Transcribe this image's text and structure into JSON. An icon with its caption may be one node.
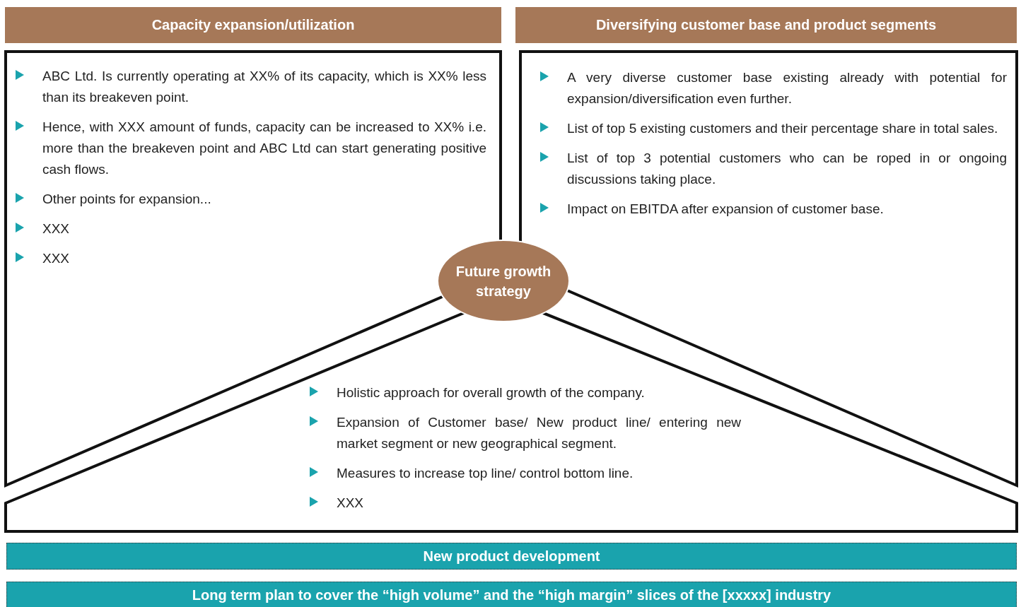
{
  "diagram": {
    "nodes": [
      {
        "text": [
          "Capacity expansion/utilization"
        ]
      },
      {
        "text": [
          "Diversifying customer base and product segments"
        ]
      },
      {
        "text": [
          "ABC Ltd. Is currently operating at XX% of its capacity, which is XX% less than its breakeven point.",
          "Hence, with XXX amount of funds, capacity can be increased to XX% i.e. more than the breakeven point and ABC Ltd can start generating positive cash flows.",
          "Other points for expansion...",
          "XXX",
          "XXX"
        ]
      },
      {
        "text": [
          "A very diverse customer base existing already with potential for expansion/diversification even further.",
          "List of top 5 existing customers and their percentage share in total sales.",
          "List of top 3 potential customers who can be roped in or ongoing discussions taking place.",
          "Impact on EBITDA after expansion of customer base."
        ]
      },
      {
        "text": [
          "Holistic approach for overall growth of the company.",
          "Expansion of Customer base/ New product line/ entering new market segment or new geographical segment.",
          "Measures to increase top line/ control bottom line.",
          "XXX"
        ]
      },
      {
        "text": [
          "Future growth strategy"
        ]
      },
      {
        "text": [
          "New product development"
        ]
      },
      {
        "text": [
          "Long term plan to cover the “high volume” and the “high margin” slices of the [xxxxx] industry"
        ]
      }
    ]
  }
}
